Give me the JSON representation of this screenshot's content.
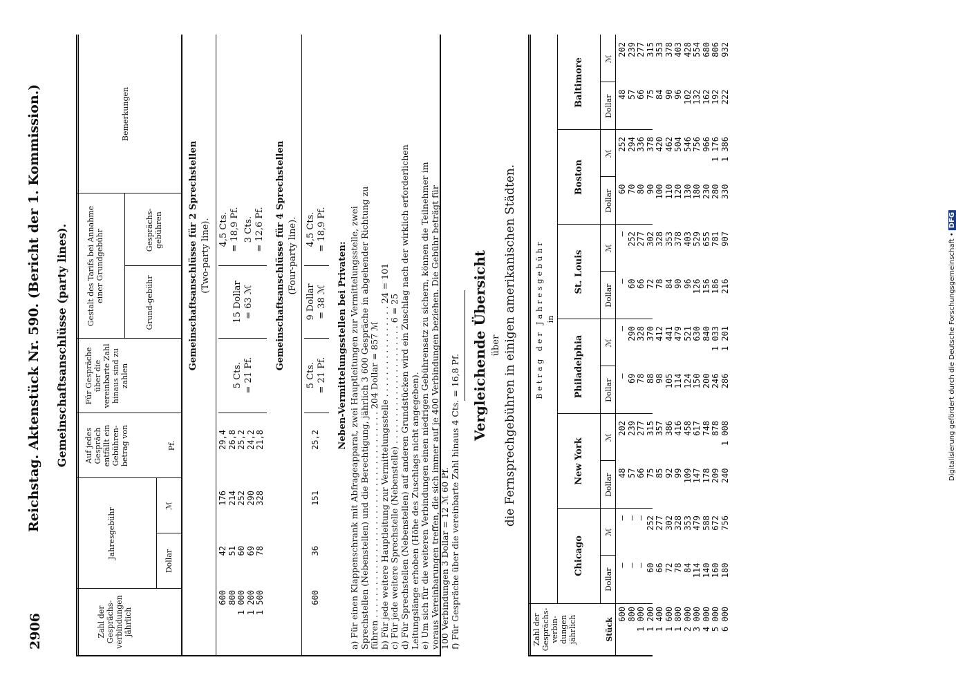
{
  "header": {
    "page_number": "2906",
    "title": "Reichstag. Aktenstück Nr. 590. (Bericht der 1. Kommission.)"
  },
  "section1": {
    "title": "Gemeinschaftsanschlüsse (party lines).",
    "columns": {
      "c1": "Zahl der Gesprächs-verbindungen jährlich",
      "c2": "Jahresgebühr",
      "c2a": "Dollar",
      "c2b": "ℳ",
      "c3": "Auf jedes Gespräch entfällt ein Gebühren-betrag von",
      "c3a": "Pf.",
      "c4": "Für Gespräche über die vereinbarte Zahl hinaus sind zu zahlen",
      "c5": "Gestalt des Tarifs bei Annahme einer Grundgebühr",
      "c5a": "Grund-gebühr",
      "c5b": "Gesprächs-gebühren",
      "c6": "Bemerkungen"
    },
    "two_party": {
      "title": "Gemeinschaftsanschlüsse für 2 Sprechstellen",
      "subtitle": "(Two-party line).",
      "rows": [
        {
          "calls": "600",
          "dollar": "42",
          "mark": "176",
          "pf": "29,4"
        },
        {
          "calls": "800",
          "dollar": "51",
          "mark": "214",
          "pf": "26,8"
        },
        {
          "calls": "1 000",
          "dollar": "60",
          "mark": "252",
          "pf": "25,2"
        },
        {
          "calls": "1 200",
          "dollar": "69",
          "mark": "290",
          "pf": "24,2"
        },
        {
          "calls": "1 500",
          "dollar": "78",
          "mark": "328",
          "pf": "21,8"
        }
      ],
      "extra_a": "5 Cts.",
      "extra_b": "= 21 Pf.",
      "grund_a": "15 Dollar",
      "grund_b": "= 63 ℳ",
      "gespr1_a": "4,5 Cts.",
      "gespr1_b": "= 18,9 Pf.",
      "gespr2_a": "3 Cts.",
      "gespr2_b": "= 12,6 Pf."
    },
    "four_party": {
      "title": "Gemeinschaftsanschlüsse für 4 Sprechstellen",
      "subtitle": "(Four-party line).",
      "row": {
        "calls": "600",
        "dollar": "36",
        "mark": "151",
        "pf": "25,2"
      },
      "extra_a": "5 Cts.",
      "extra_b": "= 21 Pf.",
      "grund_a": "9 Dollar",
      "grund_b": "= 38 ℳ",
      "gespr_a": "4,5 Cts.",
      "gespr_b": "= 18,9 Pf."
    }
  },
  "neben": {
    "title": "Neben-Vermittelungsstellen bei Privaten:",
    "lines": [
      "a) Für einen Klappenschrank mit Abfrageapparat, zwei Hauptleitungen zur Vermittelungsstelle, zwei",
      "    Sprechstellen (Nebenstellen) und die Berechtigung, jährlich 3 600 Gespräche in abgehender Richtung zu",
      "    führen . . . . . . . . . . . . . . . . . . . . . . . . . . . . . . . . . . . . . . 204 Dollar = 857 ℳ",
      "b) Für jede weitere Hauptleitung zur Vermittelungsstelle . . . . . . . . . . . . . . . . . 24   =   101",
      "c) Für jede weitere Sprechstelle (Nebenstelle) . . . . . . . . . . . . . . . . . . . . . .  6   =    25",
      "d) Für Sprechstellen (Nebenstellen) auf anderen Grundstücken wird ein Zuschlag nach der wirklich erforderlichen",
      "    Leitungslänge erhoben (Höhe des Zuschlags nicht angegeben).",
      "e) Um sich für die weiteren Verbindungen einen niedrigen Gebührensatz zu sichern, können die Teilnehmer im",
      "    voraus Vereinbarungen treffen, die sich immer auf je 400 Verbindungen beziehen. Die Gebühr beträgt für",
      "    100 Verbindungen 3 Dollar = 12 ℳ 60 Pf.",
      "f) Für Gespräche über die vereinbarte Zahl hinaus 4 Cts. = 16,8 Pf."
    ]
  },
  "section2": {
    "title": "Vergleichende Übersicht",
    "over": "über",
    "subtitle": "die Fernsprechgebühren in einigen amerikanischen Städten.",
    "betrag": "Betrag der Jahresgebühr",
    "in": "in",
    "col_calls": "Zahl der Gesprächs-verbin-dungen jährlich",
    "stueck": "Stück",
    "dollar": "Dollar",
    "mark": "ℳ",
    "calls": [
      "600",
      "800",
      "1 000",
      "1 200",
      "1 400",
      "1 600",
      "1 800",
      "2 000",
      "3 000",
      "4 000",
      "5 000",
      "6 000"
    ],
    "cities": [
      {
        "name": "Chicago",
        "dollar": [
          "—",
          "—",
          "—",
          "60",
          "66",
          "72",
          "78",
          "84",
          "114",
          "140",
          "160",
          "180"
        ],
        "mark": [
          "—",
          "—",
          "—",
          "252",
          "277",
          "302",
          "328",
          "353",
          "479",
          "588",
          "672",
          "756"
        ]
      },
      {
        "name": "New York",
        "dollar": [
          "48",
          "57",
          "66",
          "75",
          "85",
          "92",
          "99",
          "109",
          "147",
          "178",
          "209",
          "240"
        ],
        "mark": [
          "202",
          "239",
          "277",
          "315",
          "357",
          "386",
          "416",
          "458",
          "617",
          "748",
          "878",
          "1 008"
        ]
      },
      {
        "name": "Philadelphia",
        "dollar": [
          "—",
          "69",
          "78",
          "88",
          "98",
          "105",
          "114",
          "124",
          "150",
          "200",
          "246",
          "286"
        ],
        "mark": [
          "—",
          "290",
          "328",
          "370",
          "412",
          "441",
          "479",
          "521",
          "630",
          "840",
          "1 033",
          "1 201"
        ]
      },
      {
        "name": "St. Louis",
        "dollar": [
          "—",
          "60",
          "66",
          "72",
          "78",
          "84",
          "90",
          "96",
          "126",
          "156",
          "186",
          "216"
        ],
        "mark": [
          "—",
          "252",
          "277",
          "302",
          "328",
          "353",
          "378",
          "403",
          "529",
          "655",
          "781",
          "907"
        ]
      },
      {
        "name": "Boston",
        "dollar": [
          "60",
          "70",
          "80",
          "90",
          "100",
          "110",
          "120",
          "130",
          "180",
          "230",
          "280",
          "330"
        ],
        "mark": [
          "252",
          "294",
          "336",
          "378",
          "420",
          "462",
          "504",
          "546",
          "756",
          "966",
          "1 176",
          "1 386"
        ]
      },
      {
        "name": "Baltimore",
        "dollar": [
          "48",
          "57",
          "66",
          "75",
          "84",
          "90",
          "96",
          "102",
          "132",
          "162",
          "192",
          "222"
        ],
        "mark": [
          "202",
          "239",
          "277",
          "315",
          "353",
          "378",
          "403",
          "428",
          "554",
          "680",
          "806",
          "932"
        ]
      }
    ]
  },
  "sidebar": {
    "text": "Digitalisierung gefördert durch die Deutsche Forschungsgemeinschaft •",
    "logo": "DFG"
  }
}
